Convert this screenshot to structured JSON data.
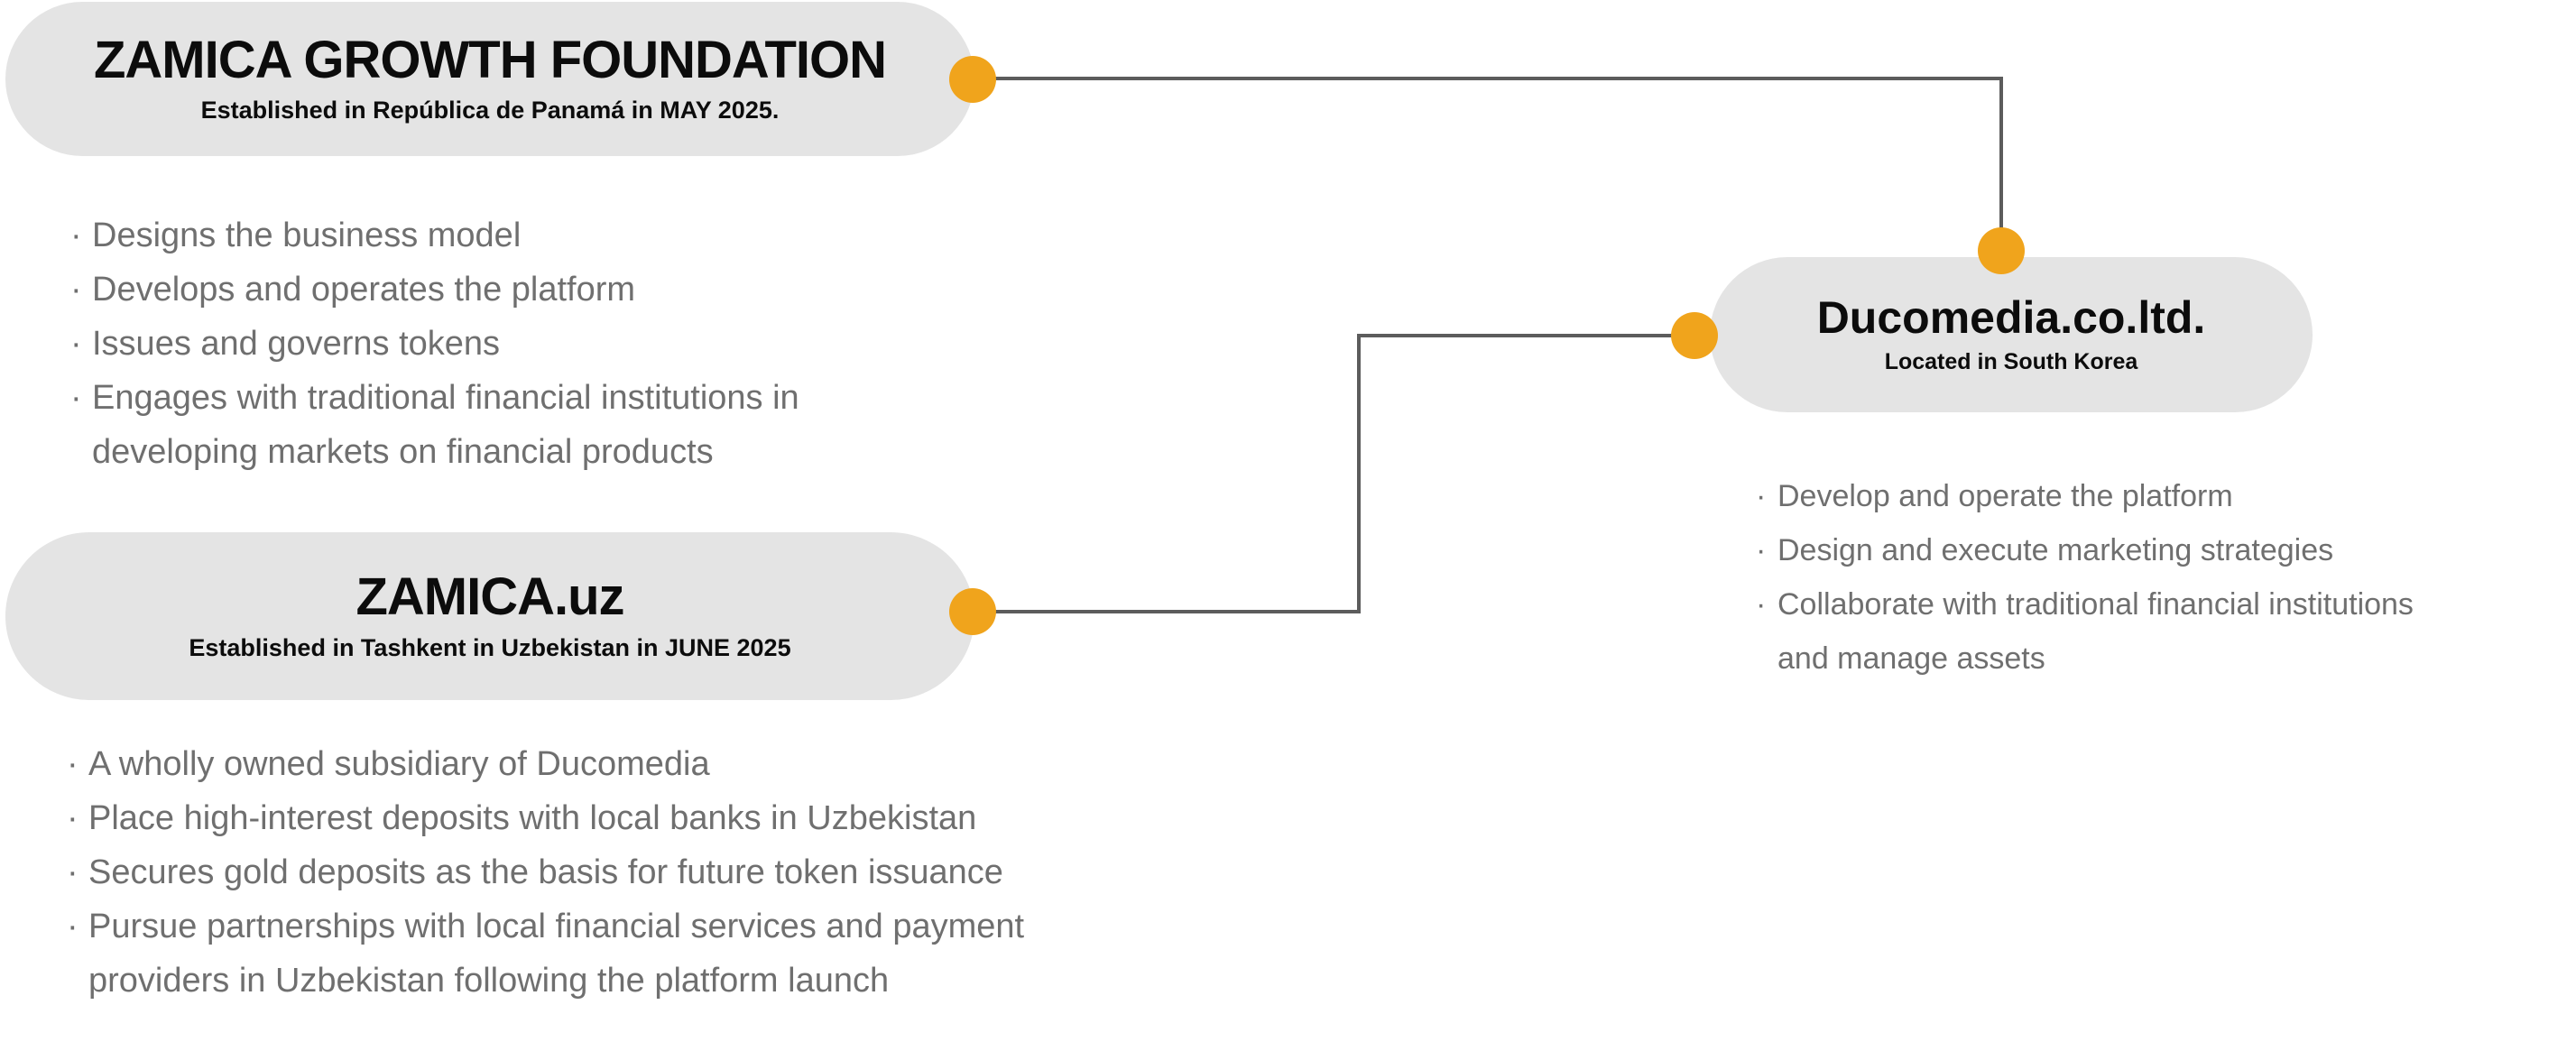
{
  "ui": {
    "bullet_char": "·"
  },
  "colors": {
    "background": "#ffffff",
    "pill_background": "#e4e4e4",
    "accent_orange": "#f0a41c",
    "connector_gray": "#5c5c5c",
    "title_text": "#0c0c0c",
    "body_text": "#6f6f6f"
  },
  "nodes": [
    {
      "title": "ZAMICA GROWTH FOUNDATION",
      "subtitle": "Established in República de Panamá in MAY 2025.",
      "bullets": [
        [
          "Designs the business model"
        ],
        [
          "Develops and operates the platform"
        ],
        [
          "Issues and governs tokens"
        ],
        [
          "Engages with traditional financial institutions in",
          "developing markets on financial products"
        ]
      ]
    },
    {
      "title": "ZAMICA.uz",
      "subtitle": "Established in Tashkent in Uzbekistan in JUNE 2025",
      "bullets": [
        [
          "A wholly owned subsidiary of Ducomedia"
        ],
        [
          "Place high-interest deposits with local banks in Uzbekistan"
        ],
        [
          "Secures gold deposits as the basis for future token issuance"
        ],
        [
          "Pursue partnerships with local financial services and payment",
          "providers in Uzbekistan following the platform launch"
        ]
      ]
    },
    {
      "title": "Ducomedia.co.ltd.",
      "subtitle": "Located in South Korea",
      "bullets": [
        [
          "Develop and operate the platform"
        ],
        [
          "Design and execute marketing strategies"
        ],
        [
          "Collaborate with traditional financial institutions",
          "and manage assets"
        ]
      ]
    }
  ]
}
